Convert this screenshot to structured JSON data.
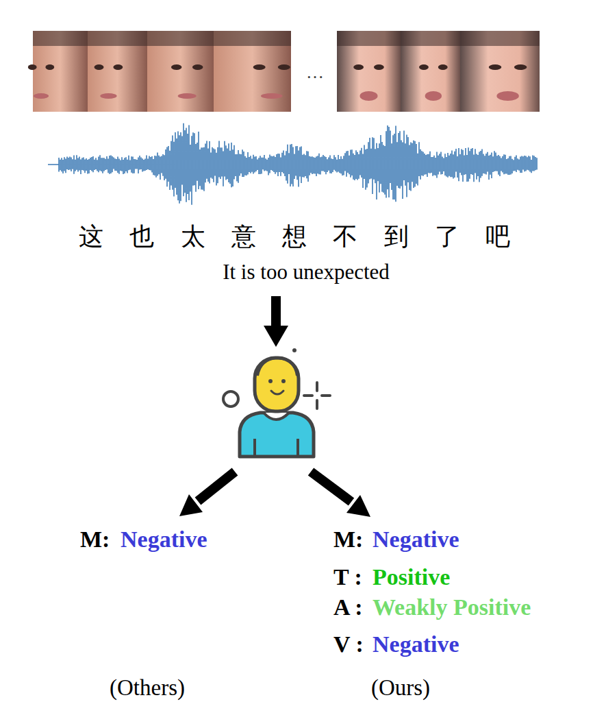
{
  "diagram": {
    "labels": [
      "…",
      "这 也 太 意 想 不 到 了 吧",
      "It is too unexpected",
      "M:",
      "Negative",
      "M:",
      "Negative",
      "T :",
      "Positive",
      "A :",
      "Weakly Positive",
      "V :",
      "Negative",
      "(Others)",
      "(Ours)"
    ]
  }
}
